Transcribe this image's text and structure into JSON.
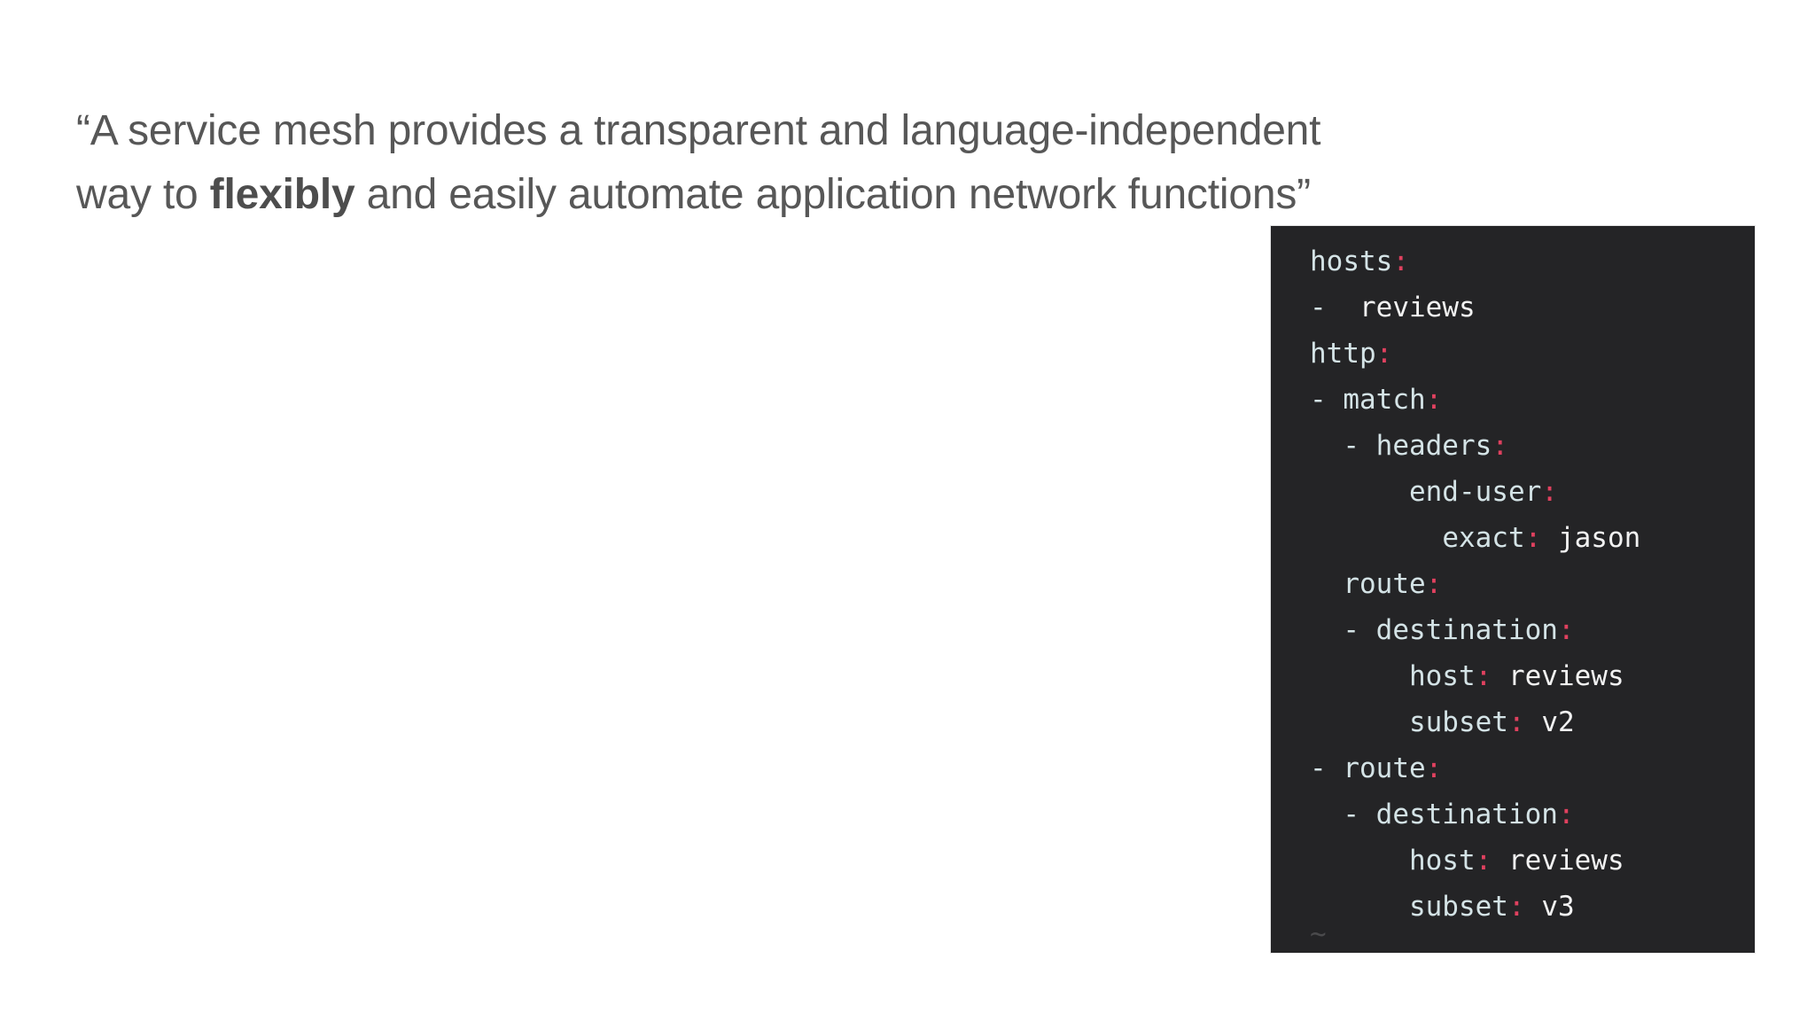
{
  "slide": {
    "background_color": "#ffffff"
  },
  "quote": {
    "text_before": "“A service mesh provides a transparent and language-independent way to ",
    "emphasis": "flexibly",
    "text_after": " and easily automate application network functions”",
    "full_text": "“A service mesh provides a transparent and language-independent way to flexibly and easily automate application network functions”",
    "color": "#575757"
  },
  "code_panel": {
    "language": "yaml",
    "background_color": "#242426",
    "key_color": "#d4e3e6",
    "punct_color": "#e0415f",
    "value_color": "#f2f2f2",
    "empty_line_marker": "~",
    "lines": [
      {
        "indent": 0,
        "dash": false,
        "key": "hosts",
        "colon": true,
        "value": ""
      },
      {
        "indent": 0,
        "dash": true,
        "key": "",
        "colon": false,
        "value": "reviews"
      },
      {
        "indent": 0,
        "dash": false,
        "key": "http",
        "colon": true,
        "value": ""
      },
      {
        "indent": 0,
        "dash": true,
        "key": "match",
        "colon": true,
        "value": ""
      },
      {
        "indent": 2,
        "dash": true,
        "key": "headers",
        "colon": true,
        "value": ""
      },
      {
        "indent": 6,
        "dash": false,
        "key": "end-user",
        "colon": true,
        "value": ""
      },
      {
        "indent": 8,
        "dash": false,
        "key": "exact",
        "colon": true,
        "value": "jason"
      },
      {
        "indent": 2,
        "dash": false,
        "key": "route",
        "colon": true,
        "value": ""
      },
      {
        "indent": 2,
        "dash": true,
        "key": "destination",
        "colon": true,
        "value": ""
      },
      {
        "indent": 6,
        "dash": false,
        "key": "host",
        "colon": true,
        "value": "reviews"
      },
      {
        "indent": 6,
        "dash": false,
        "key": "subset",
        "colon": true,
        "value": "v2"
      },
      {
        "indent": 0,
        "dash": true,
        "key": "route",
        "colon": true,
        "value": ""
      },
      {
        "indent": 2,
        "dash": true,
        "key": "destination",
        "colon": true,
        "value": ""
      },
      {
        "indent": 6,
        "dash": false,
        "key": "host",
        "colon": true,
        "value": "reviews"
      },
      {
        "indent": 6,
        "dash": false,
        "key": "subset",
        "colon": true,
        "value": "v3"
      }
    ],
    "plain_text": "hosts:\n- reviews\nhttp:\n- match:\n  - headers:\n      end-user:\n        exact: jason\n  route:\n  - destination:\n      host: reviews\n      subset: v2\n- route:\n  - destination:\n      host: reviews\n      subset: v3"
  }
}
